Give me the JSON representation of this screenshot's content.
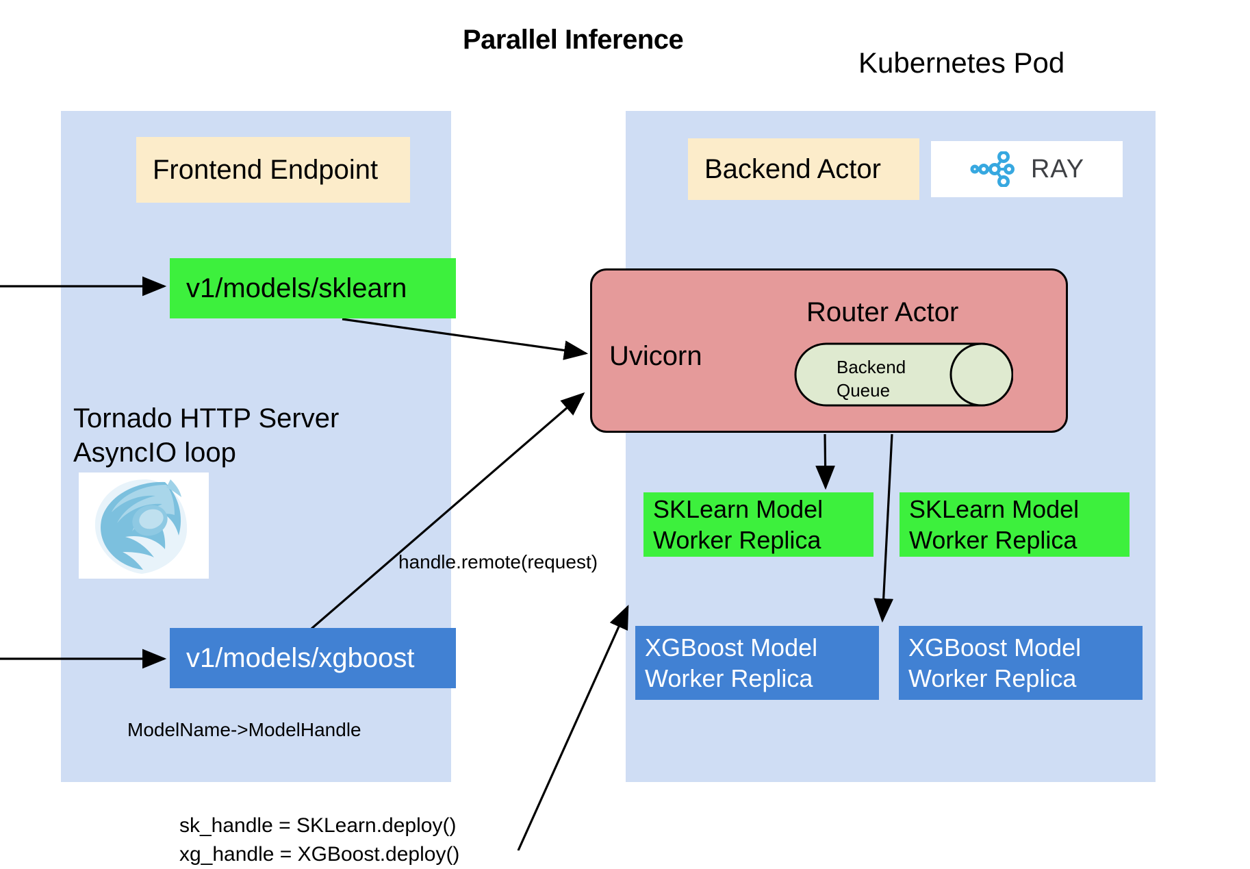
{
  "titles": {
    "main": "Parallel Inference",
    "kubernetes_pod": "Kubernetes Pod"
  },
  "frontend_panel": {
    "endpoint_header": "Frontend Endpoint",
    "routes": [
      {
        "label": "v1/models/sklearn",
        "color": "#3df03d"
      },
      {
        "label": "v1/models/xgboost",
        "color": "#4181d3"
      }
    ],
    "server_label": "Tornado HTTP Server\nAsyncIO loop",
    "logo_name": "tornado-logo",
    "mapping_label": "ModelName->ModelHandle"
  },
  "kubernetes_panel": {
    "backend_actor_header": "Backend Actor",
    "ray_logo_text": "RAY",
    "router": {
      "title": "Router Actor",
      "server": "Uvicorn",
      "queue_label": "Backend\nQueue"
    },
    "workers": [
      {
        "label": "SKLearn Model\nWorker Replica",
        "kind": "sklearn"
      },
      {
        "label": "SKLearn Model\nWorker Replica",
        "kind": "sklearn"
      },
      {
        "label": "XGBoost Model\nWorker Replica",
        "kind": "xgboost"
      },
      {
        "label": "XGBoost Model\nWorker Replica",
        "kind": "xgboost"
      }
    ]
  },
  "annotations": {
    "handle_remote": "handle.remote(request)",
    "deploy_code": "sk_handle = SKLearn.deploy()\nxg_handle = XGBoost.deploy()"
  },
  "colors": {
    "panel_background": "#cfddf4",
    "cream_box": "#fcecca",
    "green_box": "#3df03d",
    "blue_box": "#4181d3",
    "router_fill": "#e59a9a",
    "queue_fill": "#dfead0",
    "ray_node": "#37a8e0",
    "ray_text": "#3e4044"
  }
}
